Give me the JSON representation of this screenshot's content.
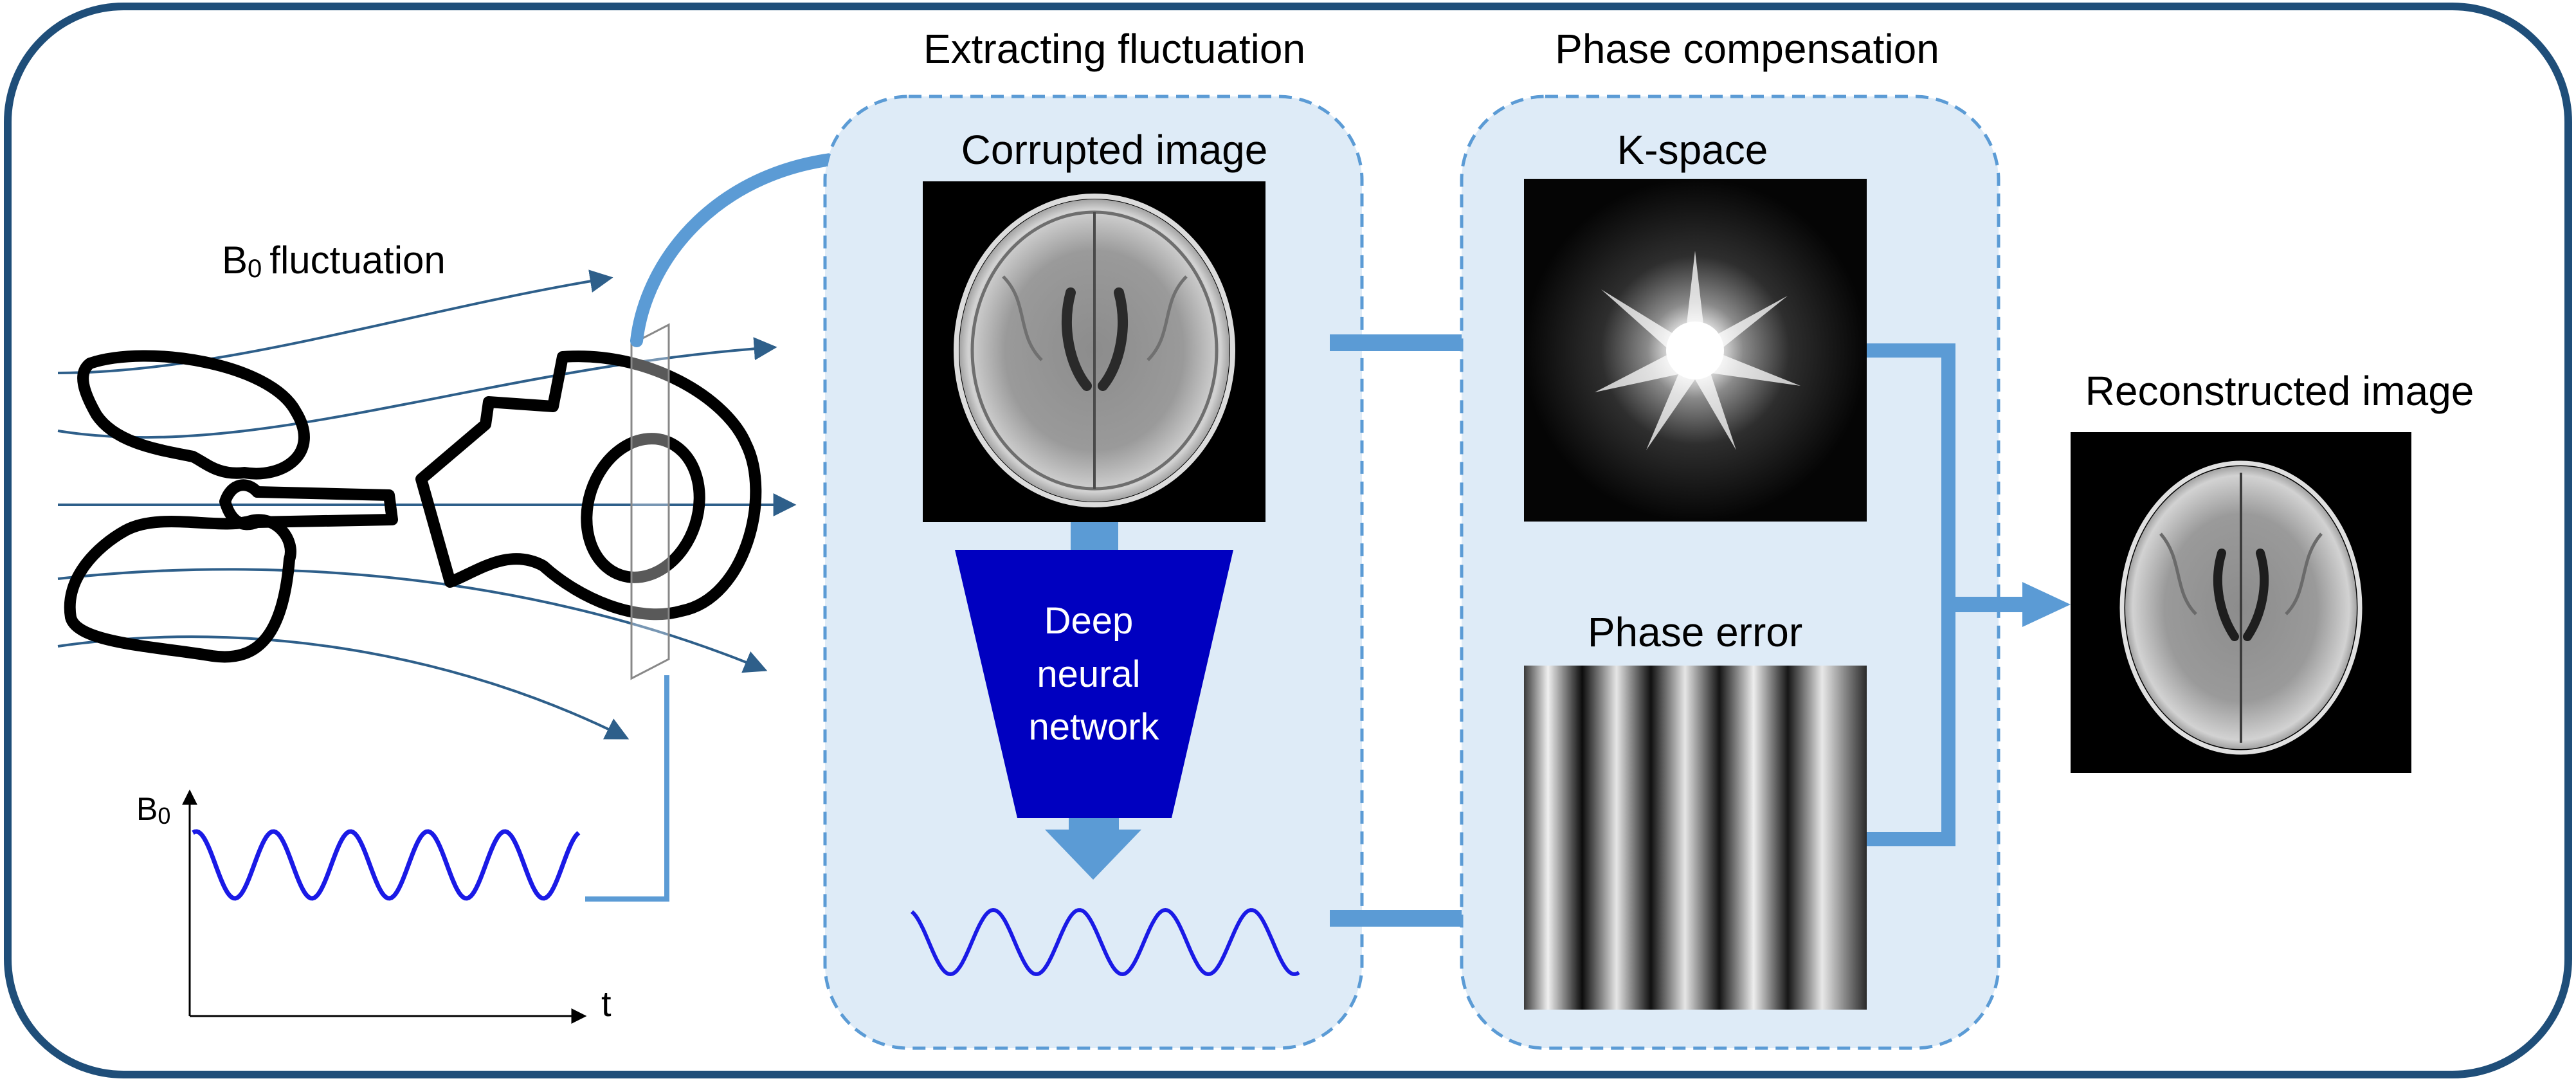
{
  "colors": {
    "frame": "#1f4e79",
    "panel_fill": "#deebf7",
    "panel_border": "#5b9bd5",
    "arrow": "#5b9bd5",
    "network": "#0000c0",
    "wave": "#1a1ae6",
    "field_line": "#2e5f8a"
  },
  "left": {
    "title_base": "B",
    "title_sub": "0",
    "title_rest": "fluctuation",
    "plot_ylabel_base": "B",
    "plot_ylabel_sub": "0",
    "plot_xlabel": "t"
  },
  "panel_extract": {
    "title": "Extracting fluctuation",
    "image_label": "Corrupted image",
    "network_lines": [
      "Deep",
      "neural",
      "network"
    ]
  },
  "panel_phase": {
    "title": "Phase compensation",
    "kspace_label": "K-space",
    "phase_label": "Phase error"
  },
  "output": {
    "label": "Reconstructed image"
  },
  "icons": [
    "brain-mri-icon",
    "k-space-icon",
    "phase-stripes-icon",
    "body-outline-icon"
  ]
}
